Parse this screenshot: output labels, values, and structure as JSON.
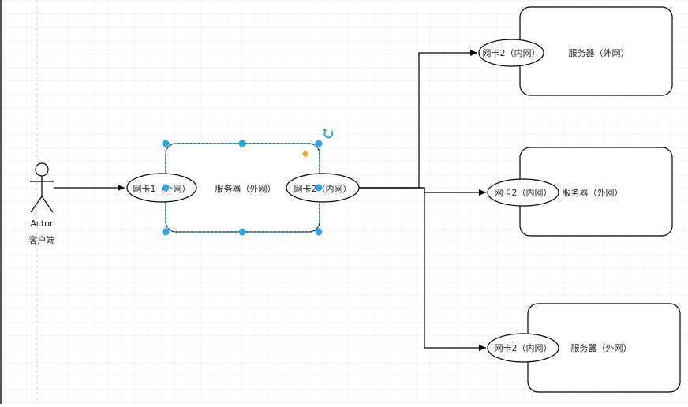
{
  "actor": {
    "label": "Actor",
    "sublabel": "客户端"
  },
  "center_server": {
    "label": "服务器（外网）",
    "nic_left": "网卡1（外网）",
    "nic_right": "网卡2（内网）"
  },
  "servers": [
    {
      "label": "服务器（外网）",
      "nic": "网卡2（内网）"
    },
    {
      "label": "服务器（外网）",
      "nic": "网卡2（内网）"
    },
    {
      "label": "服务器（外网）",
      "nic": "网卡2（内网）"
    }
  ],
  "colors": {
    "grid": "#e6e6e6",
    "line": "#000000",
    "selection": "#29a5ee",
    "handle": "#29a5ee",
    "rotate": "#29a5ee",
    "diamond": "#f5a623"
  }
}
